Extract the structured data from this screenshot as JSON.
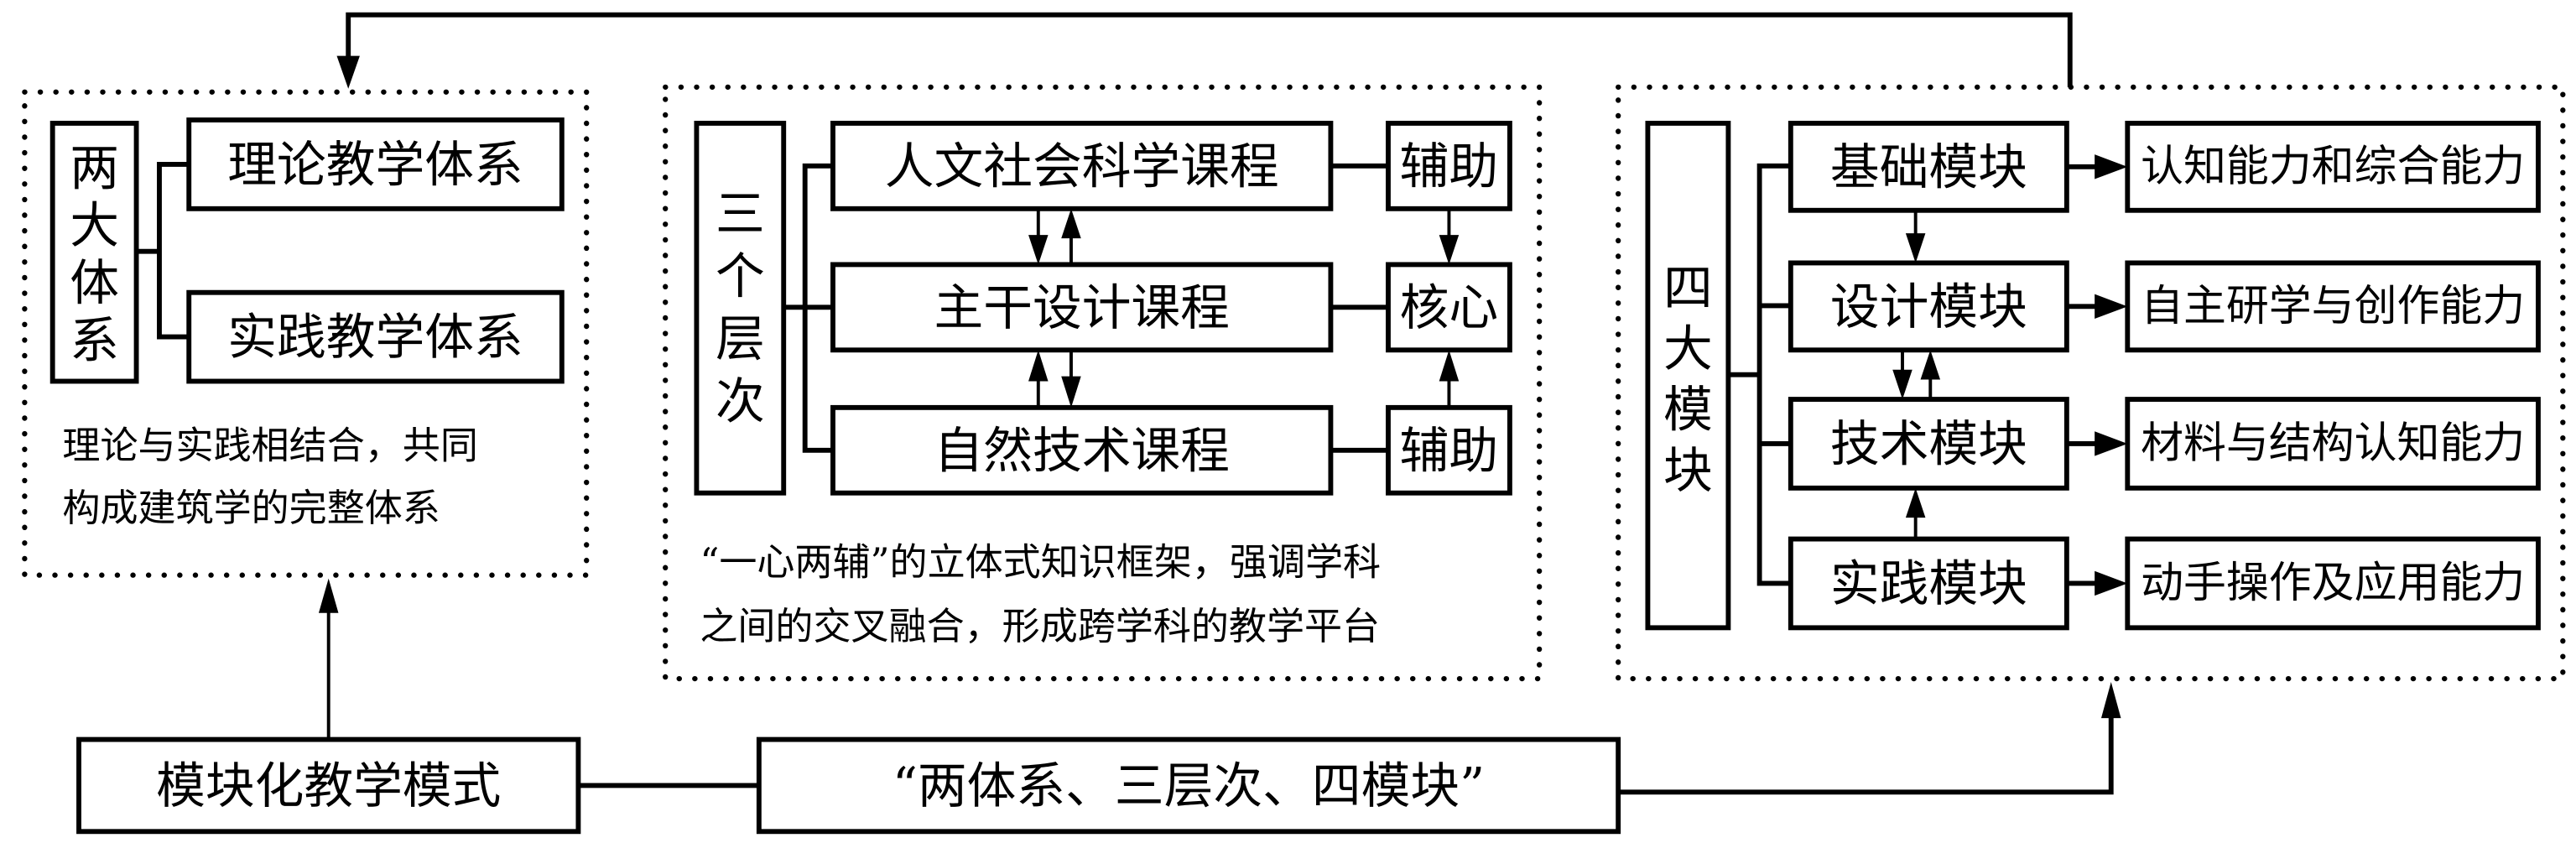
{
  "title": "模块化教学模式框架图",
  "left_panel": {
    "label_chars": [
      "两",
      "大",
      "体",
      "系"
    ],
    "label": "两大体系",
    "items": [
      "理论教学体系",
      "实践教学体系"
    ],
    "caption_lines": [
      "理论与实践相结合，共同",
      "构成建筑学的完整体系"
    ]
  },
  "middle_panel": {
    "label_chars": [
      "三",
      "个",
      "层",
      "次"
    ],
    "label": "三个层次",
    "courses": [
      "人文社会科学课程",
      "主干设计课程",
      "自然技术课程"
    ],
    "roles": [
      "辅助",
      "核心",
      "辅助"
    ],
    "caption_lines": [
      "“一心两辅”的立体式知识框架，强调学科",
      "之间的交叉融合，形成跨学科的教学平台"
    ]
  },
  "right_panel": {
    "label_chars": [
      "四",
      "大",
      "模",
      "块"
    ],
    "label": "四大模块",
    "modules": [
      "基础模块",
      "设计模块",
      "技术模块",
      "实践模块"
    ],
    "abilities": [
      "认知能力和综合能力",
      "自主研学与创作能力",
      "材料与结构认知能力",
      "动手操作及应用能力"
    ]
  },
  "bottom": {
    "mode_label": "模块化教学模式",
    "structure_label": "“两体系、三层次、四模块”"
  }
}
